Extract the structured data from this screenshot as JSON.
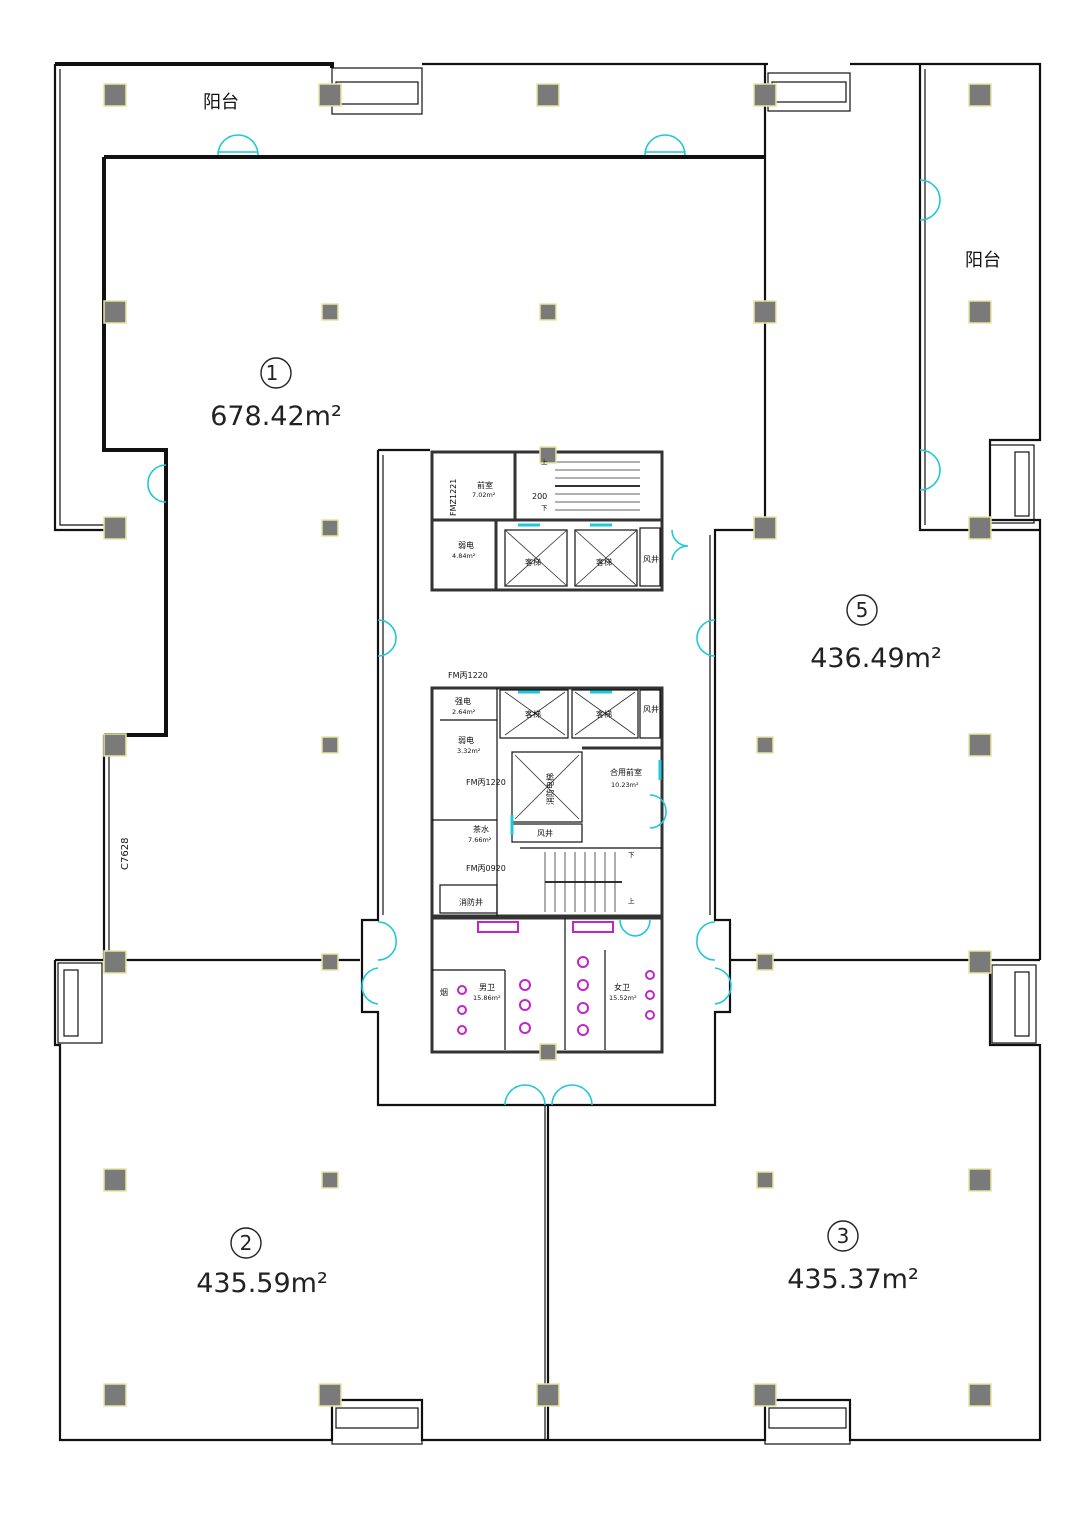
{
  "units": [
    {
      "id": "unit-1",
      "number": "①",
      "area": "678.42m²"
    },
    {
      "id": "unit-2",
      "number": "②",
      "area": "435.59m²"
    },
    {
      "id": "unit-3",
      "number": "③",
      "area": "435.37m²"
    },
    {
      "id": "unit-5",
      "number": "⑤",
      "area": "436.49m²"
    }
  ],
  "balconies": {
    "top": "阳台",
    "right": "阳台"
  },
  "window_code": "C7628",
  "core": {
    "rooms": {
      "anteroom": "前室",
      "anteroom_area": "7.02m²",
      "door_fm_a": "FMZ1221",
      "stair_label": "200",
      "up_1": "上",
      "down_1": "下",
      "strong_elec_a": "弱电",
      "strong_elec_a_area": "4.84m²",
      "lift_1": "客梯",
      "lift_2": "客梯",
      "shaft_1": "风井",
      "door_fm_b": "FM丙1220",
      "strong_elec_b": "强电",
      "strong_elec_b_area": "2.64m²",
      "weak_elec_b": "弱电",
      "weak_elec_b_area": "3.32m²",
      "lift_3": "客梯",
      "lift_4": "客梯",
      "shaft_2": "风井",
      "door_fm_c": "FM丙1220",
      "fire_lift": "消防电梯",
      "shared_anteroom": "合用前室",
      "shared_anteroom_area": "10.23m²",
      "shaft_3": "风井",
      "tea": "茶水",
      "tea_area": "7.66m²",
      "door_fm_d": "FM丙0920",
      "fire_shaft": "消防井",
      "down_2": "下",
      "up_2": "上",
      "smoke": "烟",
      "male_wc": "男卫",
      "male_wc_area": "15.86m²",
      "female_wc": "女卫",
      "female_wc_area": "15.52m²"
    }
  }
}
